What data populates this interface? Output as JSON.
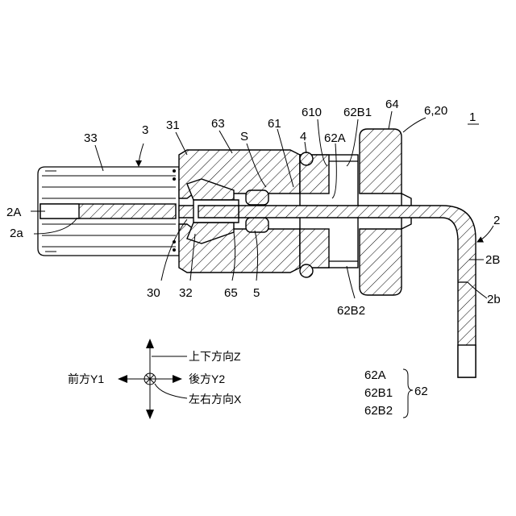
{
  "figure_number": "1",
  "labels": {
    "l33": "33",
    "l3": "3",
    "l31": "31",
    "l63": "63",
    "lS": "S",
    "l61": "61",
    "l4": "4",
    "l610": "610",
    "l62A": "62A",
    "l62B1": "62B1",
    "l64": "64",
    "l6_20": "6,20",
    "l2A": "2A",
    "l2a": "2a",
    "l2": "2",
    "l2B": "2B",
    "l2b": "2b",
    "l30": "30",
    "l32": "32",
    "l65": "65",
    "l5": "5",
    "l62B2": "62B2"
  },
  "axes": {
    "up_down": "上下方向Z",
    "front": "前方Y1",
    "rear": "後方Y2",
    "left_right": "左右方向X"
  },
  "group": {
    "items": [
      "62A",
      "62B1",
      "62B2"
    ],
    "parent": "62"
  }
}
